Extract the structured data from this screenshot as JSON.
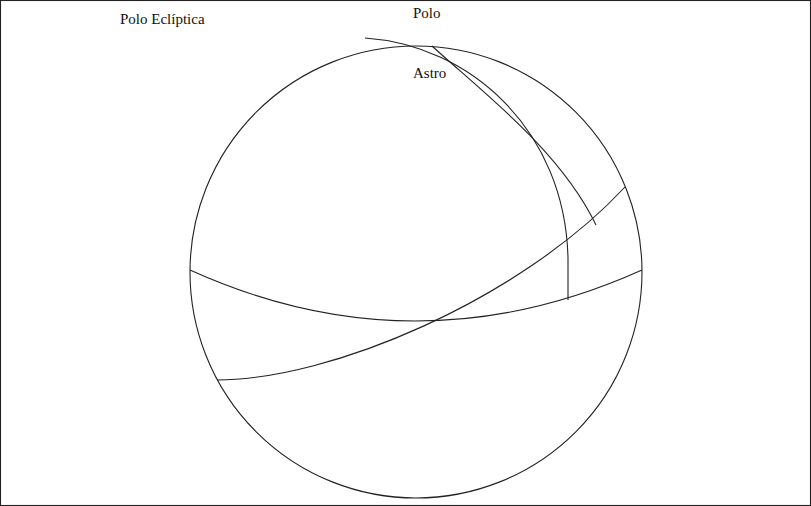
{
  "diagram": {
    "labels": [
      "Polo Eclíptica",
      "Polo",
      "Astro"
    ]
  }
}
